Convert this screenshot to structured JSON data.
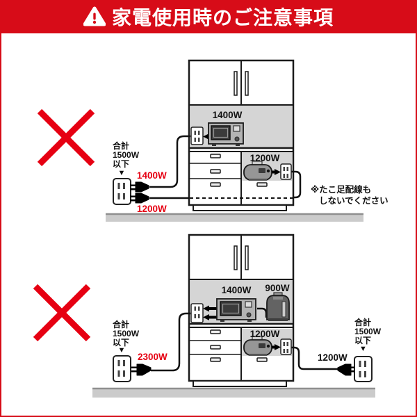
{
  "header": {
    "title": "家電使用時のご注意事項"
  },
  "colors": {
    "banner_red": "#d70c18",
    "alert_red": "#e60012",
    "line_black": "#1a1a1a",
    "shelf_gray": "#d5d5d5",
    "floor_gray": "#cbcbcb"
  },
  "scenario_top": {
    "total_limit_lines": [
      "合計",
      "1500W",
      "以下"
    ],
    "pointer": "▼",
    "microwave_label": "1400W",
    "rice_cooker_label": "1200W",
    "plug_top_label": "1400W",
    "plug_bottom_label": "1200W",
    "note_line1": "※たこ足配線も",
    "note_line2": "しないでください"
  },
  "scenario_bottom": {
    "left_total_limit_lines": [
      "合計",
      "1500W",
      "以下"
    ],
    "right_total_limit_lines": [
      "合計",
      "1500W",
      "以下"
    ],
    "pointer": "▼",
    "microwave_label": "1400W",
    "pot_label": "900W",
    "rice_cooker_label": "1200W",
    "left_plug_label": "2300W",
    "right_plug_label": "1200W"
  }
}
